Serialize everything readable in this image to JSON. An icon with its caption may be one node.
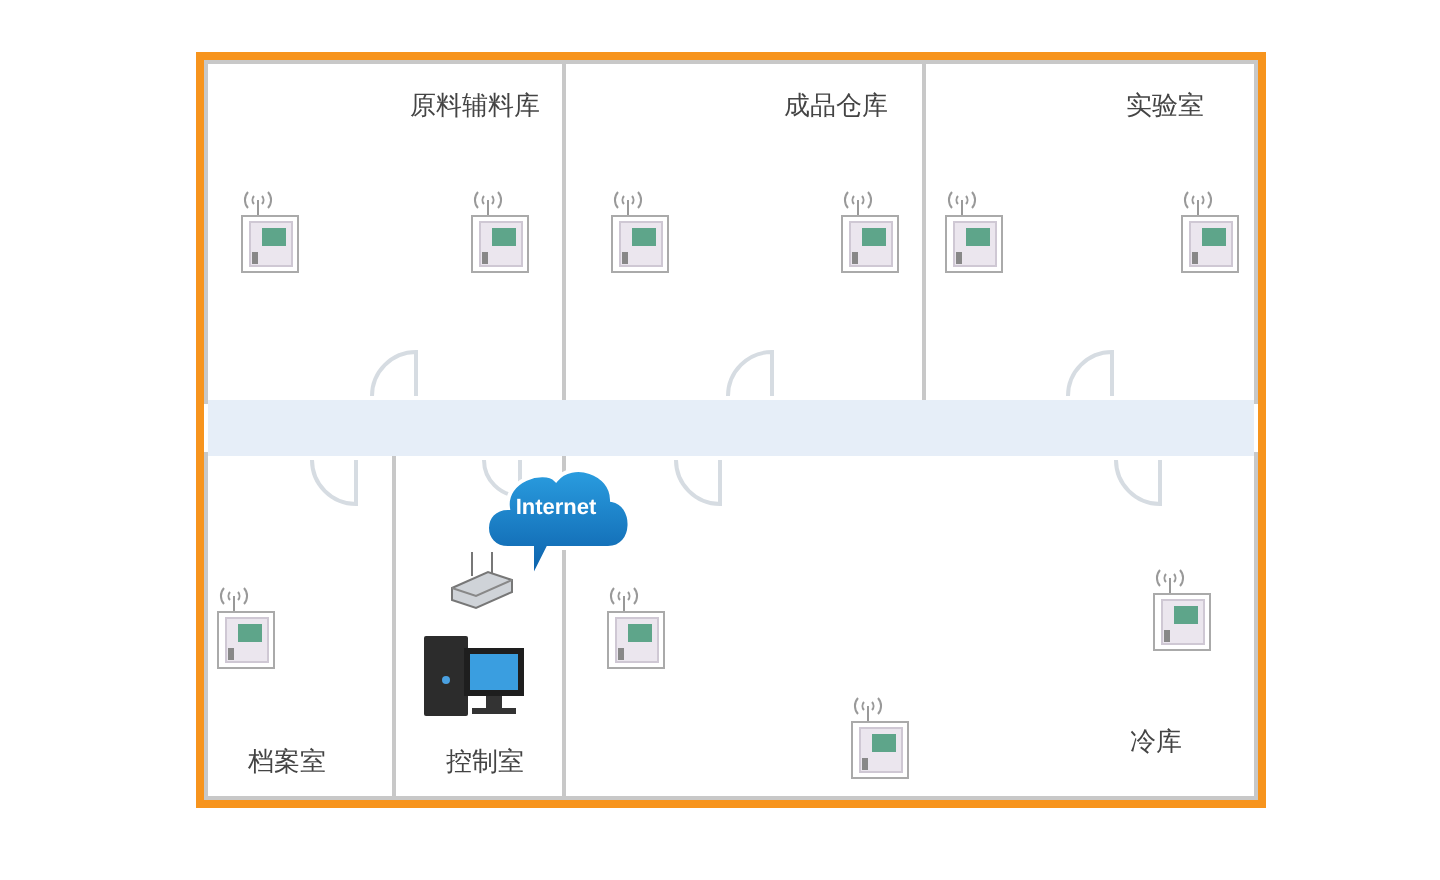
{
  "diagram": {
    "nodes": [
      {
        "text": [
          "原料辅料库"
        ]
      },
      {
        "text": [
          "成品仓库"
        ]
      },
      {
        "text": [
          "实验室"
        ]
      },
      {
        "text": [
          "档案室"
        ]
      },
      {
        "text": [
          "控制室"
        ]
      },
      {
        "text": [
          "冷库"
        ]
      },
      {
        "text": [
          "Internet"
        ]
      },
      {
        "text": [],
        "shape": "box"
      }
    ]
  }
}
